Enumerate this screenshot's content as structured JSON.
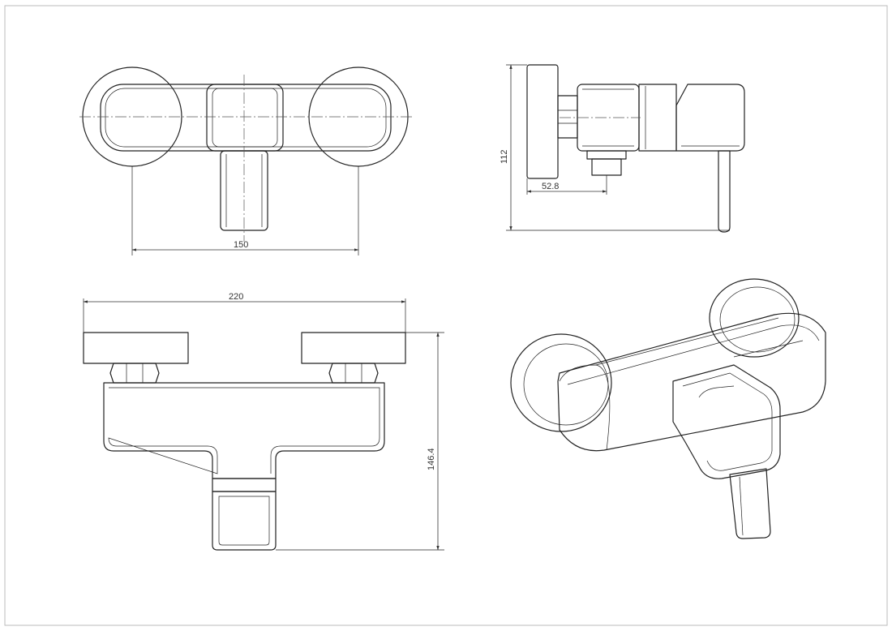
{
  "drawing": {
    "dimensions": {
      "top_width": "150",
      "side_height": "112",
      "side_offset": "52.8",
      "front_width": "220",
      "front_height": "146.4"
    }
  }
}
